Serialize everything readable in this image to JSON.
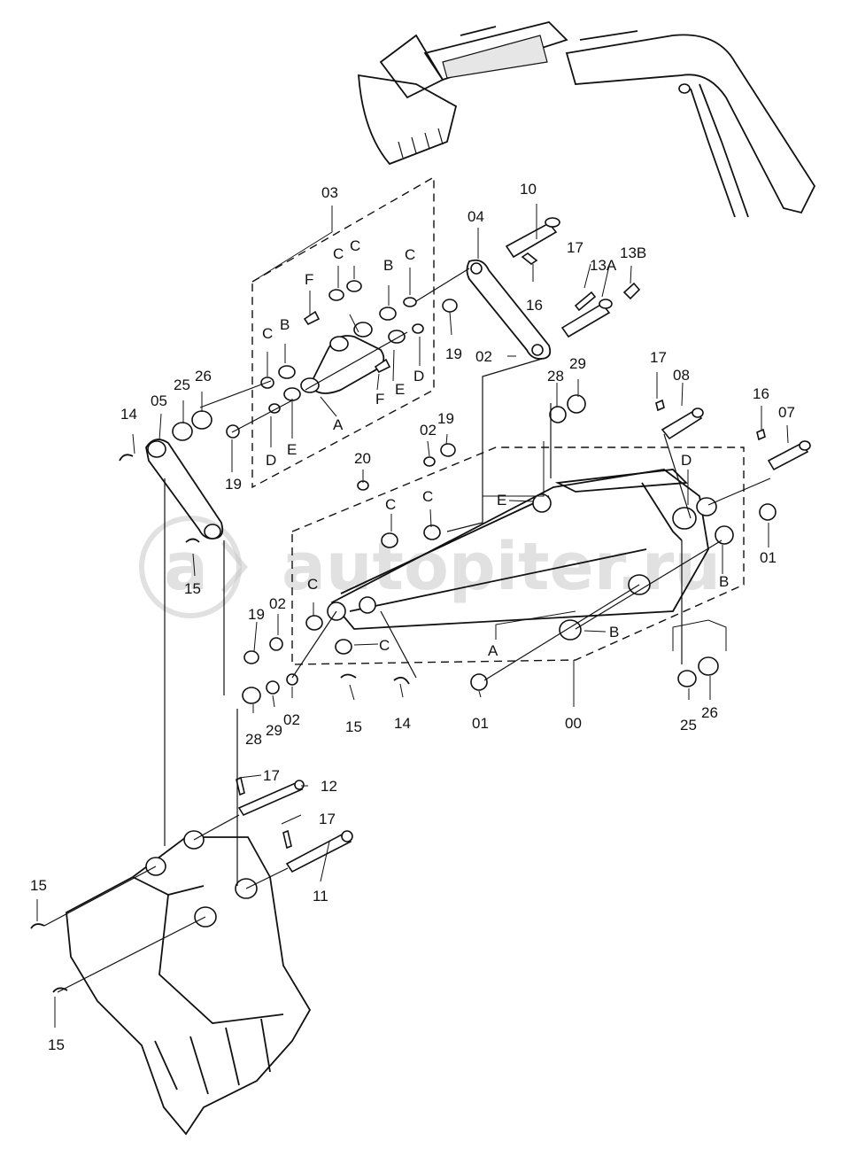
{
  "watermark": {
    "icon_text": "a",
    "text": "autopiter.ru",
    "color": "#c9c9c9"
  },
  "labels": [
    {
      "key": "l_03",
      "text": "03"
    },
    {
      "key": "l_10",
      "text": "10"
    },
    {
      "key": "l_04",
      "text": "04"
    },
    {
      "key": "l_17a",
      "text": "17"
    },
    {
      "key": "l_13a",
      "text": "13A"
    },
    {
      "key": "l_13b",
      "text": "13B"
    },
    {
      "key": "l_16a",
      "text": "16"
    },
    {
      "key": "l_Ca",
      "text": "C"
    },
    {
      "key": "l_Cb",
      "text": "C"
    },
    {
      "key": "l_F1",
      "text": "F"
    },
    {
      "key": "l_B1",
      "text": "B"
    },
    {
      "key": "l_Cc",
      "text": "C"
    },
    {
      "key": "l_C2",
      "text": "C"
    },
    {
      "key": "l_B2",
      "text": "B"
    },
    {
      "key": "l_19a",
      "text": "19"
    },
    {
      "key": "l_02a",
      "text": "02"
    },
    {
      "key": "l_Dbar",
      "text": "D"
    },
    {
      "key": "l_Ebar",
      "text": "E"
    },
    {
      "key": "l_F2",
      "text": "F"
    },
    {
      "key": "l_A1",
      "text": "A"
    },
    {
      "key": "l_25a",
      "text": "25"
    },
    {
      "key": "l_26a",
      "text": "26"
    },
    {
      "key": "l_14a",
      "text": "14"
    },
    {
      "key": "l_05",
      "text": "05"
    },
    {
      "key": "l_D2",
      "text": "D"
    },
    {
      "key": "l_E2",
      "text": "E"
    },
    {
      "key": "l_19b",
      "text": "19"
    },
    {
      "key": "l_28a",
      "text": "28"
    },
    {
      "key": "l_29a",
      "text": "29"
    },
    {
      "key": "l_17b",
      "text": "17"
    },
    {
      "key": "l_08",
      "text": "08"
    },
    {
      "key": "l_16b",
      "text": "16"
    },
    {
      "key": "l_07",
      "text": "07"
    },
    {
      "key": "l_02b",
      "text": "02"
    },
    {
      "key": "l_19c",
      "text": "19"
    },
    {
      "key": "l_20",
      "text": "20"
    },
    {
      "key": "l_Cd",
      "text": "C"
    },
    {
      "key": "l_Ce",
      "text": "C"
    },
    {
      "key": "l_E3",
      "text": "E"
    },
    {
      "key": "l_D3",
      "text": "D"
    },
    {
      "key": "l_01a",
      "text": "01"
    },
    {
      "key": "l_B3",
      "text": "B"
    },
    {
      "key": "l_15a",
      "text": "15"
    },
    {
      "key": "l_Cf",
      "text": "C"
    },
    {
      "key": "l_02c",
      "text": "02"
    },
    {
      "key": "l_19d",
      "text": "19"
    },
    {
      "key": "l_Cg",
      "text": "C"
    },
    {
      "key": "l_A2",
      "text": "A"
    },
    {
      "key": "l_B4",
      "text": "B"
    },
    {
      "key": "l_28b",
      "text": "28"
    },
    {
      "key": "l_29b",
      "text": "29"
    },
    {
      "key": "l_02d",
      "text": "02"
    },
    {
      "key": "l_15b",
      "text": "15"
    },
    {
      "key": "l_14b",
      "text": "14"
    },
    {
      "key": "l_01b",
      "text": "01"
    },
    {
      "key": "l_00",
      "text": "00"
    },
    {
      "key": "l_25b",
      "text": "25"
    },
    {
      "key": "l_26b",
      "text": "26"
    },
    {
      "key": "l_17c",
      "text": "17"
    },
    {
      "key": "l_12",
      "text": "12"
    },
    {
      "key": "l_17d",
      "text": "17"
    },
    {
      "key": "l_11",
      "text": "11"
    },
    {
      "key": "l_15c",
      "text": "15"
    },
    {
      "key": "l_15d",
      "text": "15"
    }
  ]
}
